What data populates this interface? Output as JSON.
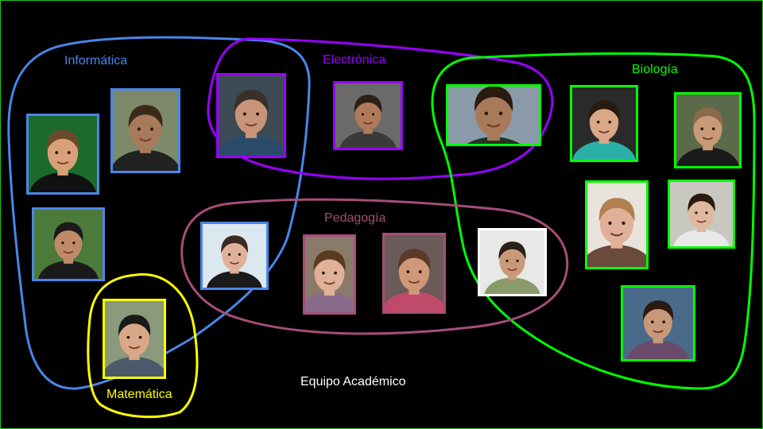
{
  "slide": {
    "title": "Equipo Académico"
  },
  "groups": [
    {
      "id": "informatica",
      "label": "Informática",
      "color": "#4a86e8"
    },
    {
      "id": "electronica",
      "label": "Electrónica",
      "color": "#9900ff"
    },
    {
      "id": "biologia",
      "label": "Biología",
      "color": "#00ff00"
    },
    {
      "id": "pedagogia",
      "label": "Pedagogía",
      "color": "#a64d79"
    },
    {
      "id": "matematica",
      "label": "Matemática",
      "color": "#ffff00"
    }
  ],
  "photos": [
    {
      "group": "informatica",
      "bg": "#1c6b2c",
      "skin": "#d9a07a",
      "hair": "#6b4a2b",
      "cloth": "#111111"
    },
    {
      "group": "informatica",
      "bg": "#7d8a6a",
      "skin": "#a87a5c",
      "hair": "#3a2a1a",
      "cloth": "#222222"
    },
    {
      "group": "informatica",
      "bg": "#4b7a3a",
      "skin": "#c08a6a",
      "hair": "#1a1a1a",
      "cloth": "#1a1a1a"
    },
    {
      "group": "electronica",
      "bg": "#3d4b55",
      "skin": "#c9957a",
      "hair": "#3a3028",
      "cloth": "#2a4a6a"
    },
    {
      "group": "electronica",
      "bg": "#6a6a6a",
      "skin": "#b07a5a",
      "hair": "#2a2018",
      "cloth": "#3a3a3a"
    },
    {
      "group": "biologia",
      "bg": "#8a9aa8",
      "skin": "#a87a5a",
      "hair": "#2a1a10",
      "cloth": "#223322"
    },
    {
      "group": "biologia",
      "bg": "#2a2a2a",
      "skin": "#d8a888",
      "hair": "#2a1a10",
      "cloth": "#2ab0a8"
    },
    {
      "group": "biologia",
      "bg": "#5a6a4a",
      "skin": "#c89a7a",
      "hair": "#8a6a4a",
      "cloth": "#1a1a1a"
    },
    {
      "group": "biologia",
      "bg": "#e8e4dc",
      "skin": "#e0b098",
      "hair": "#b08050",
      "cloth": "#6a4a3a"
    },
    {
      "group": "biologia",
      "bg": "#c8c8c0",
      "skin": "#e0b8a0",
      "hair": "#2a1a10",
      "cloth": "#e8e8e8"
    },
    {
      "group": "biologia",
      "bg": "#4a6a8a",
      "skin": "#c8987a",
      "hair": "#2a1a10",
      "cloth": "#6a4a6a"
    },
    {
      "group": "pedagogia",
      "bg": "#dce8f0",
      "skin": "#e0b09a",
      "hair": "#3a2a20",
      "cloth": "#1a1a1a"
    },
    {
      "group": "pedagogia",
      "bg": "#8a7a6a",
      "skin": "#e0b098",
      "hair": "#5a3a20",
      "cloth": "#8a6a8a"
    },
    {
      "group": "pedagogia",
      "bg": "#6a5a5a",
      "skin": "#d09878",
      "hair": "#5a3a2a",
      "cloth": "#c04a6a"
    },
    {
      "group": "none",
      "bg": "#e8e8e8",
      "skin": "#c89a7a",
      "hair": "#2a2018",
      "cloth": "#8a9a6a"
    },
    {
      "group": "matematica",
      "bg": "#8a9a7a",
      "skin": "#d8a888",
      "hair": "#1a1a1a",
      "cloth": "#4a5a6a"
    }
  ]
}
